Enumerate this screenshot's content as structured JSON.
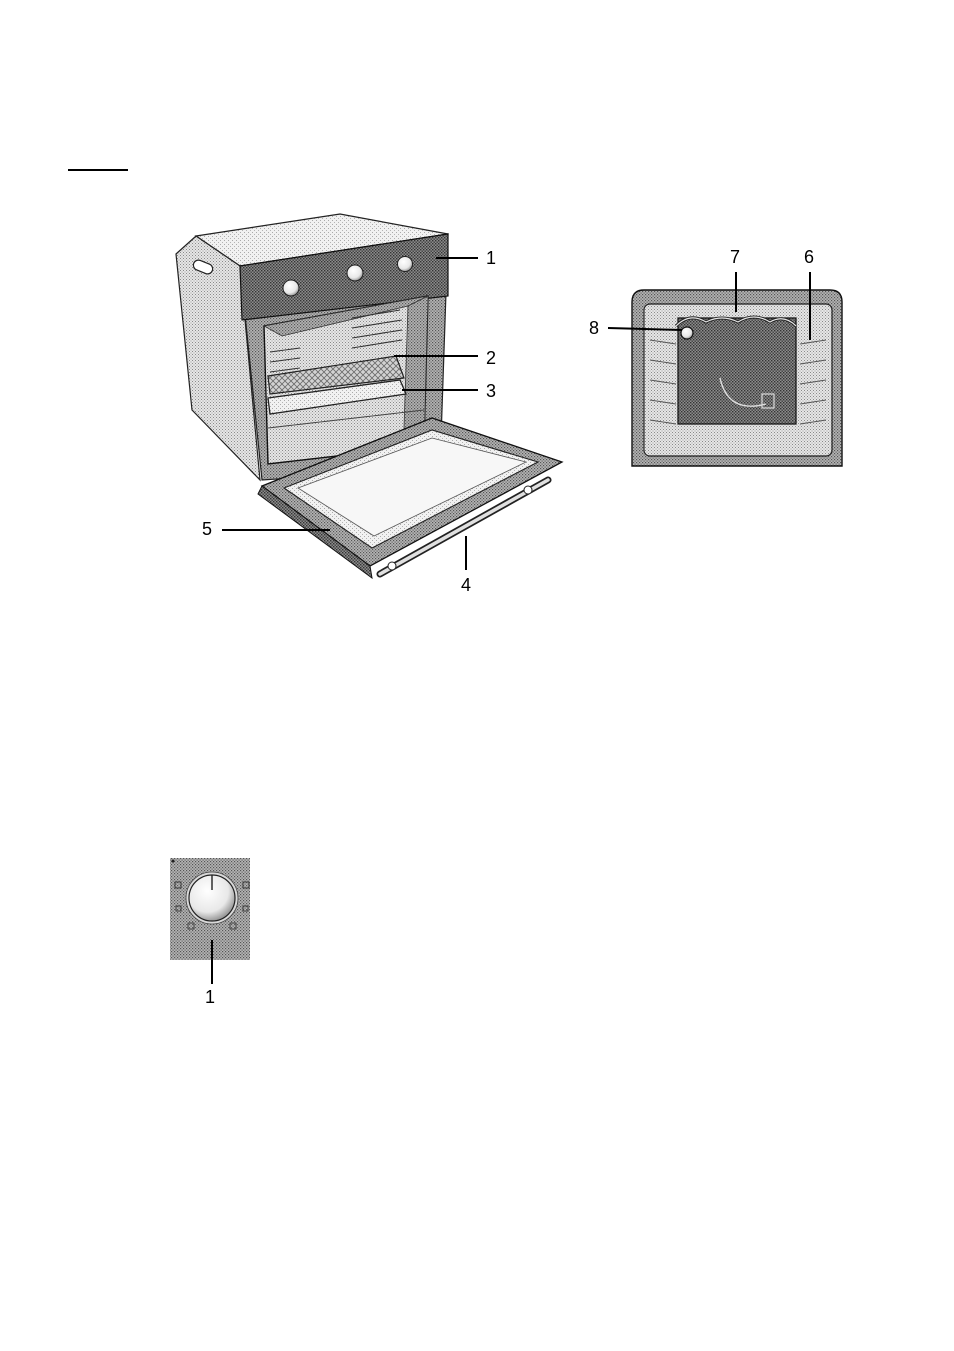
{
  "oven": {
    "labels": {
      "l1": "1",
      "l2": "2",
      "l3": "3",
      "l4": "4",
      "l5": "5"
    }
  },
  "cavity": {
    "labels": {
      "l6": "6",
      "l7": "7",
      "l8": "8"
    }
  },
  "knob": {
    "labels": {
      "l1": "1"
    }
  }
}
